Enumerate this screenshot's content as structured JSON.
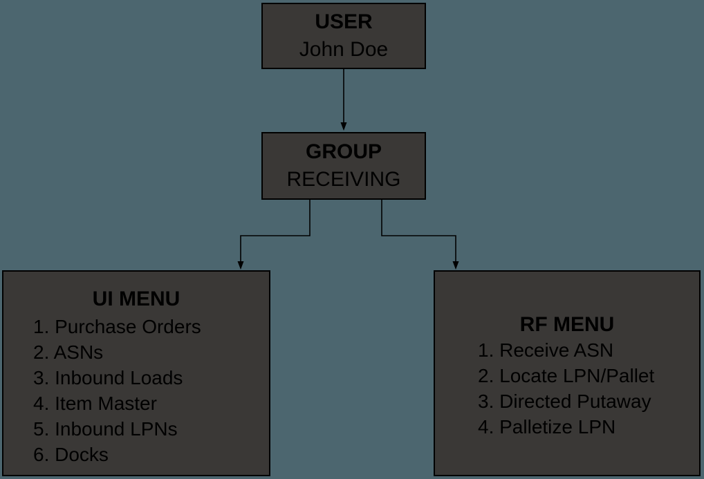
{
  "diagram": {
    "background_color": "#4c666f",
    "node_fill_color": "#3a3836",
    "border_color": "#000000",
    "text_color": "#000000",
    "nodes": {
      "user": {
        "title": "USER",
        "value": "John Doe"
      },
      "group": {
        "title": "GROUP",
        "value": "RECEIVING"
      },
      "ui_menu": {
        "title": "UI MENU",
        "items": [
          "1. Purchase Orders",
          "2. ASNs",
          "3. Inbound Loads",
          "4. Item Master",
          "5. Inbound LPNs",
          "6. Docks"
        ]
      },
      "rf_menu": {
        "title": "RF MENU",
        "items": [
          "1. Receive ASN",
          "2. Locate LPN/Pallet",
          "3. Directed Putaway",
          "4. Palletize LPN"
        ]
      }
    },
    "connections": [
      "user -> group",
      "group -> ui_menu",
      "group -> rf_menu"
    ]
  }
}
